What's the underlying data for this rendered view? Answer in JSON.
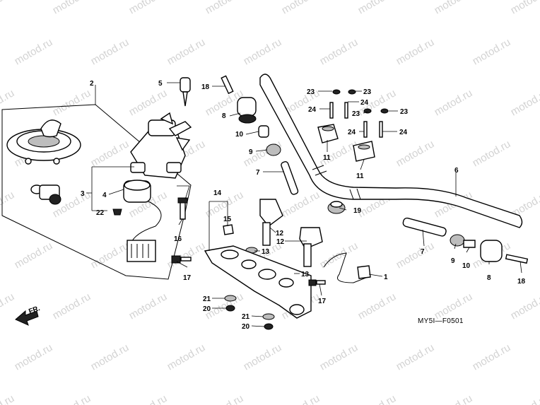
{
  "watermark": "motod.ru",
  "diagram_code": "MY5I—F0501",
  "direction_arrow": "FR.",
  "callouts": {
    "c1": "1",
    "c2": "2",
    "c3": "3",
    "c4": "4",
    "c5": "5",
    "c6": "6",
    "c7a": "7",
    "c7b": "7",
    "c8a": "8",
    "c8b": "8",
    "c9a": "9",
    "c9b": "9",
    "c10a": "10",
    "c10b": "10",
    "c11a": "11",
    "c11b": "11",
    "c12a": "12",
    "c12b": "12",
    "c13a": "13",
    "c13b": "13",
    "c14": "14",
    "c15": "15",
    "c16": "16",
    "c17a": "17",
    "c17b": "17",
    "c18a": "18",
    "c18b": "18",
    "c19": "19",
    "c20a": "20",
    "c20b": "20",
    "c21a": "21",
    "c21b": "21",
    "c22": "22",
    "c23a": "23",
    "c23b": "23",
    "c23c": "23",
    "c23d": "23",
    "c24a": "24",
    "c24b": "24",
    "c24c": "24",
    "c24d": "24"
  }
}
